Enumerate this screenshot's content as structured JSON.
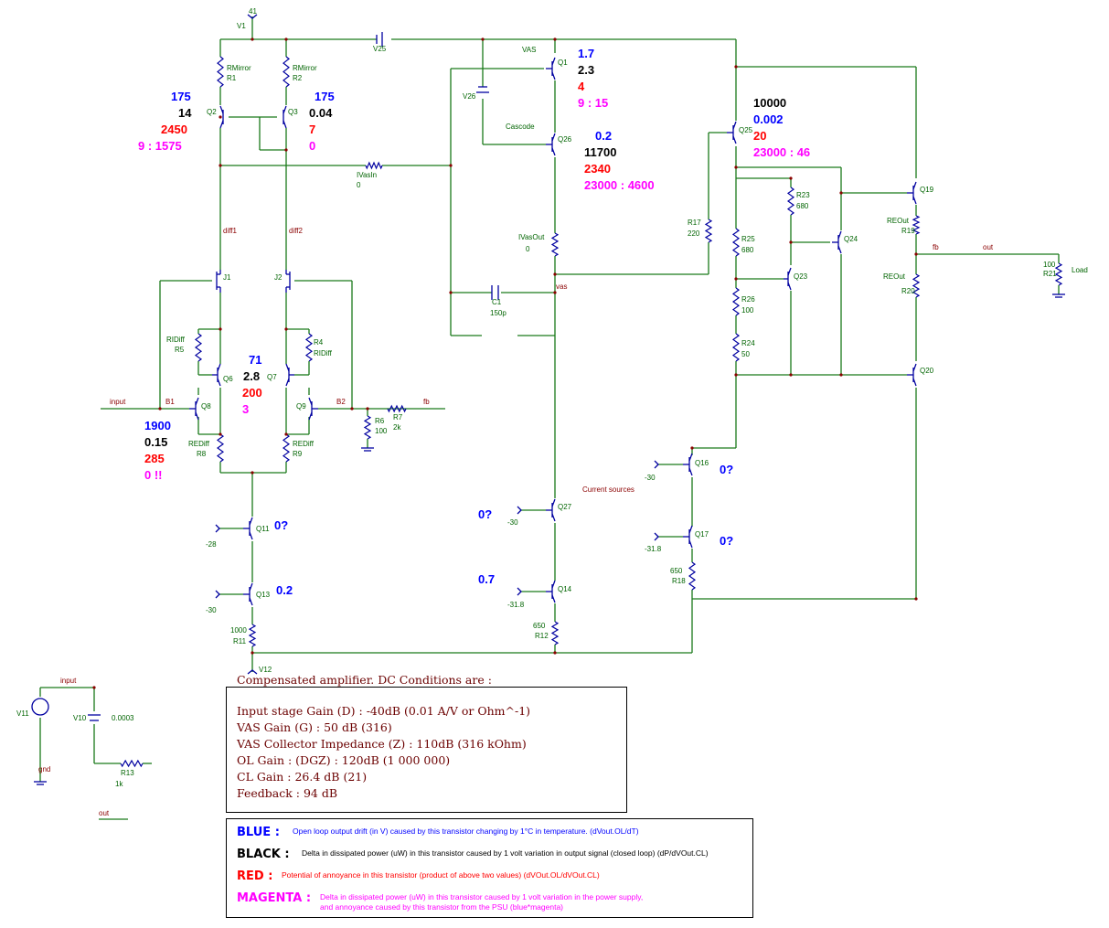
{
  "supply": {
    "v1_name": "V1",
    "v1_value": "41",
    "v12_name": "V12"
  },
  "components": {
    "v25": "V25",
    "v26": "V26",
    "vas_label": "VAS",
    "cascode_label": "Cascode",
    "q1": "Q1",
    "q26": "Q26",
    "q25": "Q25",
    "q19": "Q19",
    "q20": "Q20",
    "q23": "Q23",
    "q24": "Q24",
    "q2": "Q2",
    "q3": "Q3",
    "q6": "Q6",
    "q7": "Q7",
    "q8": "Q8",
    "q9": "Q9",
    "q11": "Q11",
    "q13": "Q13",
    "q14": "Q14",
    "q27": "Q27",
    "q16": "Q16",
    "q17": "Q17",
    "j1": "J1",
    "j2": "J2",
    "r1_type": "RMirror",
    "r1": "R1",
    "r2_type": "RMirror",
    "r2": "R2",
    "ivasin": "IVasIn",
    "ivasin_val": "0",
    "ivasout": "IVasOut",
    "ivasout_val": "0",
    "diff1": "diff1",
    "diff2": "diff2",
    "vas_net": "vas",
    "c1": "C1",
    "c1_val": "150p",
    "r5_type": "RIDiff",
    "r5": "R5",
    "r4": "R4",
    "r4_type": "RIDiff",
    "r8_type": "REDiff",
    "r8": "R8",
    "r9_type": "REDiff",
    "r9": "R9",
    "input_net": "input",
    "b1": "B1",
    "b2": "B2",
    "fb_net": "fb",
    "r6": "R6",
    "r6_val": "100",
    "r7": "R7",
    "r7_val": "2k",
    "r17": "R17",
    "r17_val": "220",
    "r25": "R25",
    "r25_val": "680",
    "r23": "R23",
    "r23_val": "680",
    "r26": "R26",
    "r26_val": "100",
    "r24": "R24",
    "r24_val": "50",
    "r19_type": "REOut",
    "r19": "R19",
    "r20_type": "REOut",
    "r20": "R20",
    "fb_out": "fb",
    "out_net": "out",
    "r21_val": "100",
    "r21": "R21",
    "load": "Load",
    "current_sources": "Current sources",
    "bias_q11": "-28",
    "bias_q13": "-30",
    "bias_q27": "-30",
    "bias_q14": "-31.8",
    "bias_q16": "-30",
    "bias_q17": "-31.8",
    "r11_val": "1000",
    "r11": "R11",
    "r12_val": "650",
    "r12": "R12",
    "r18_val": "650",
    "r18": "R18",
    "v11": "V11",
    "v10": "V10",
    "v10_val": "0.0003",
    "input_net2": "input",
    "gnd": "gnd",
    "r13": "R13",
    "r13_val": "1k",
    "out_net2": "out"
  },
  "annotations": {
    "q1": {
      "blue": "1.7",
      "black": "2.3",
      "red": "4",
      "magenta": "9 : 15"
    },
    "q26": {
      "blue": "0.2",
      "black": "11700",
      "red": "2340",
      "magenta": "23000 : 4600"
    },
    "q25": {
      "black": "10000",
      "blue": "0.002",
      "red": "20",
      "magenta": "23000 : 46"
    },
    "q2": {
      "blue": "175",
      "black": "14",
      "red": "2450",
      "magenta": "9 : 1575"
    },
    "q3": {
      "blue": "175",
      "black": "0.04",
      "red": "7",
      "magenta": "0"
    },
    "q6q7": {
      "blue": "71",
      "black": "2.8",
      "red": "200",
      "magenta": "3"
    },
    "q8": {
      "blue": "1900",
      "black": "0.15",
      "red": "285",
      "magenta": "0 !!"
    },
    "q11": "0?",
    "q13": "0.2",
    "q27": "0?",
    "q14": "0.7",
    "q16": "0?",
    "q17": "0?"
  },
  "dc_conditions": {
    "title": "Compensated amplifier. DC Conditions are :",
    "lines": [
      "Input stage Gain (D) : -40dB (0.01 A/V or Ohm^-1)",
      "VAS Gain (G) : 50 dB (316)",
      "VAS Collector Impedance (Z) : 110dB (316 kOhm)",
      "OL Gain : (DGZ) : 120dB (1 000 000)",
      "CL Gain : 26.4 dB (21)",
      "Feedback : 94 dB"
    ]
  },
  "legend": {
    "blue": {
      "key": "BLUE :",
      "desc": "Open loop output drift (in V) caused by this transistor changing by 1°C in temperature. (dVout.OL/dT)",
      "color": "#0000ff"
    },
    "black": {
      "key": "BLACK :",
      "desc": "Delta in dissipated power (uW) in this transistor caused by 1 volt variation in output signal (closed loop) (dP/dVOut.CL)",
      "color": "#000000"
    },
    "red": {
      "key": "RED :",
      "desc": "Potential of annoyance in this transistor (product of above two values) (dVOut.OL/dVOut.CL)",
      "color": "#ff0000"
    },
    "magenta": {
      "key": "MAGENTA :",
      "desc": "Delta in dissipated power (uW) in this transistor caused by 1 volt variation in the power supply,",
      "desc2": "and annoyance caused by this transistor from the PSU (blue*magenta)",
      "color": "#ff00ff"
    }
  }
}
